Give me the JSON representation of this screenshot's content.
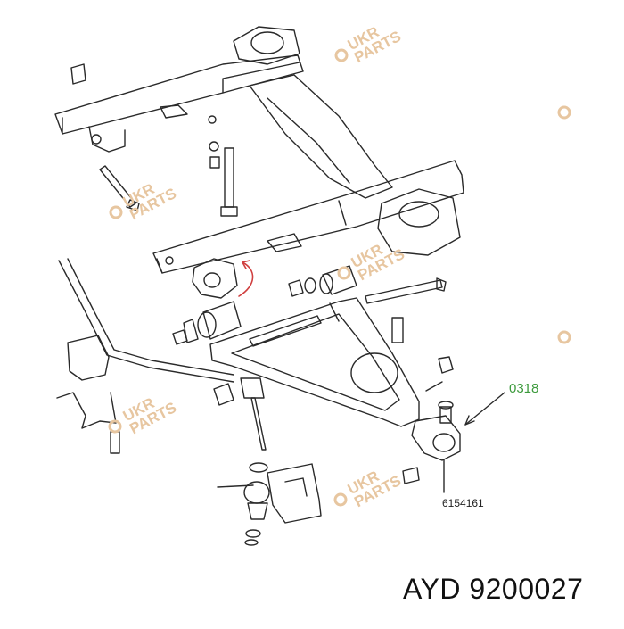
{
  "callouts": {
    "upper_part": "0318",
    "lower_part": "6154161"
  },
  "caption": "AYD 9200027",
  "watermark": {
    "line1": "UKR",
    "line2": "PARTS"
  },
  "colors": {
    "line": "#2a2a2a",
    "callout_green": "#3c9a3c",
    "watermark": "#e7c6a0",
    "arrow_red": "#d04040"
  }
}
